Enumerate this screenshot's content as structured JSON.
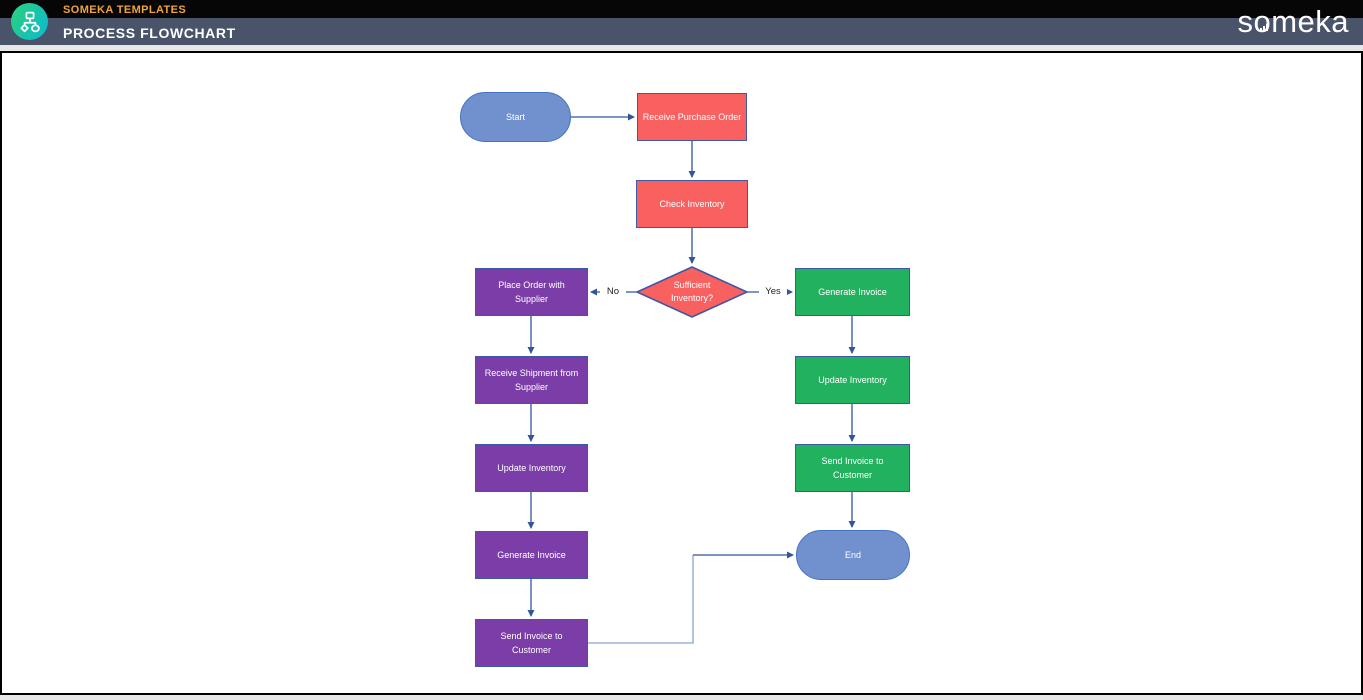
{
  "header": {
    "brand_small": "SOMEKA TEMPLATES",
    "title": "PROCESS FLOWCHART",
    "wordmark": "someka",
    "logo_icon": "flowchart-icon"
  },
  "flowchart": {
    "nodes": [
      {
        "id": "start",
        "type": "terminator",
        "color": "blue",
        "label": "Start"
      },
      {
        "id": "receive-purchase-order",
        "type": "process",
        "color": "red",
        "label": "Receive Purchase Order"
      },
      {
        "id": "check-inventory",
        "type": "process",
        "color": "red",
        "label": "Check Inventory"
      },
      {
        "id": "sufficient-inventory",
        "type": "decision",
        "color": "red",
        "label": "Sufficient\nInventory?"
      },
      {
        "id": "place-order-with-supplier",
        "type": "process",
        "color": "purple",
        "label": "Place Order with\nSupplier"
      },
      {
        "id": "receive-shipment-from-supplier",
        "type": "process",
        "color": "purple",
        "label": "Receive Shipment from\nSupplier"
      },
      {
        "id": "update-inventory-supplier",
        "type": "process",
        "color": "purple",
        "label": "Update Inventory"
      },
      {
        "id": "generate-invoice-supplier",
        "type": "process",
        "color": "purple",
        "label": "Generate Invoice"
      },
      {
        "id": "send-invoice-to-customer-supplier",
        "type": "process",
        "color": "purple",
        "label": "Send Invoice to\nCustomer"
      },
      {
        "id": "generate-invoice",
        "type": "process",
        "color": "green",
        "label": "Generate Invoice"
      },
      {
        "id": "update-inventory",
        "type": "process",
        "color": "green",
        "label": "Update Inventory"
      },
      {
        "id": "send-invoice-to-customer",
        "type": "process",
        "color": "green",
        "label": "Send Invoice to\nCustomer"
      },
      {
        "id": "end",
        "type": "terminator",
        "color": "blue",
        "label": "End"
      }
    ],
    "edges": [
      {
        "from": "start",
        "to": "receive-purchase-order",
        "label": ""
      },
      {
        "from": "receive-purchase-order",
        "to": "check-inventory",
        "label": ""
      },
      {
        "from": "check-inventory",
        "to": "sufficient-inventory",
        "label": ""
      },
      {
        "from": "sufficient-inventory",
        "to": "place-order-with-supplier",
        "label": "No"
      },
      {
        "from": "sufficient-inventory",
        "to": "generate-invoice",
        "label": "Yes"
      },
      {
        "from": "place-order-with-supplier",
        "to": "receive-shipment-from-supplier",
        "label": ""
      },
      {
        "from": "receive-shipment-from-supplier",
        "to": "update-inventory-supplier",
        "label": ""
      },
      {
        "from": "update-inventory-supplier",
        "to": "generate-invoice-supplier",
        "label": ""
      },
      {
        "from": "generate-invoice-supplier",
        "to": "send-invoice-to-customer-supplier",
        "label": ""
      },
      {
        "from": "generate-invoice",
        "to": "update-inventory",
        "label": ""
      },
      {
        "from": "update-inventory",
        "to": "send-invoice-to-customer",
        "label": ""
      },
      {
        "from": "send-invoice-to-customer",
        "to": "end",
        "label": ""
      },
      {
        "from": "send-invoice-to-customer-supplier",
        "to": "end",
        "label": ""
      }
    ],
    "colors": {
      "terminator_fill": "#7191CE",
      "terminator_border": "#4472C4",
      "process_red_fill": "#F96161",
      "process_purple_fill": "#7B3EA8",
      "process_green_fill": "#22B25F",
      "shape_border": "#3F57A7",
      "connector": "#31569B",
      "header_bar": "#495369",
      "brand_orange": "#F0A43C"
    }
  }
}
